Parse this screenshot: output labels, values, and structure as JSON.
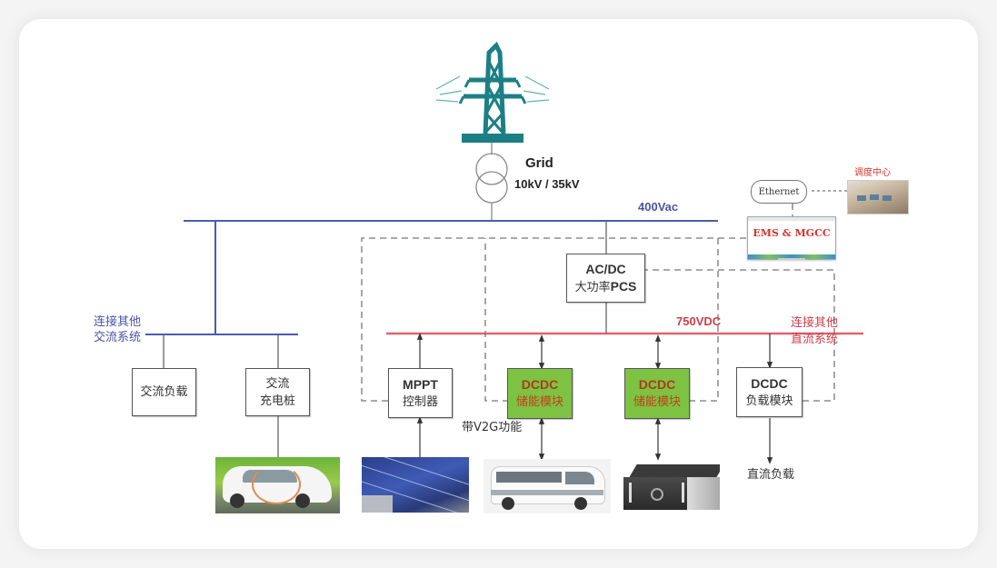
{
  "diagram": {
    "grid": {
      "title": "Grid",
      "voltage": "10kV / 35kV",
      "icon": "transmission-tower-icon",
      "tower_color": "#1c7f86"
    },
    "buses": {
      "ac_bus_label": "400Vac",
      "dc_bus_label": "750VDC",
      "ac_bus_color": "#4a5cb0",
      "dc_bus_color": "#e06470"
    },
    "control": {
      "ethernet_label": "Ethernet",
      "ems_label": "EMS & MGCC",
      "dispatch_center_label": "调度中心"
    },
    "side_labels": {
      "ac_other_line1": "连接其他",
      "ac_other_line2": "交流系统",
      "dc_other_line1": "连接其他",
      "dc_other_line2": "直流系统"
    },
    "boxes": {
      "ac_load": {
        "line1": "交流负载"
      },
      "ac_charger": {
        "line1": "交流",
        "line2": "充电桩"
      },
      "pcs": {
        "line1": "AC/DC",
        "line2_cn": "大功率",
        "line2_en": "PCS"
      },
      "mppt": {
        "line1": "MPPT",
        "line2": "控制器"
      },
      "dcdc_storage_1": {
        "line1": "DCDC",
        "line2": "储能模块"
      },
      "dcdc_storage_2": {
        "line1": "DCDC",
        "line2": "储能模块"
      },
      "dcdc_load": {
        "line1": "DCDC",
        "line2": "负载模块"
      }
    },
    "annotations": {
      "v2g": "带V2G功能",
      "dc_load": "直流负载"
    },
    "images": {
      "car": "electric-car-charging",
      "solar": "solar-panel",
      "van": "electric-van",
      "battery": "battery-pack"
    },
    "colors": {
      "storage_green": "#7dc242",
      "storage_text": "#b03a18"
    }
  }
}
